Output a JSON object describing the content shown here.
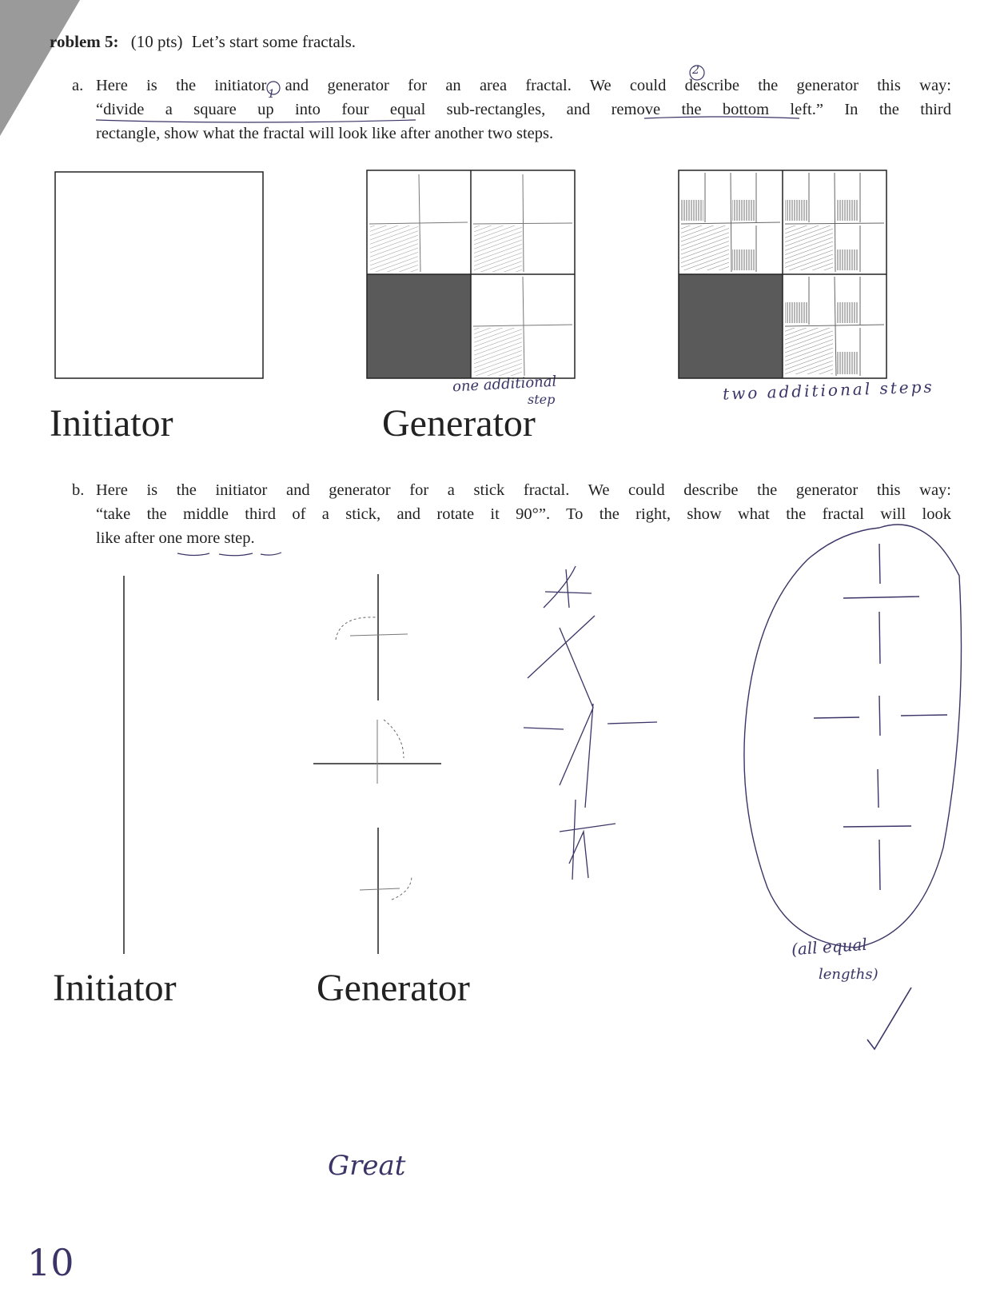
{
  "problem": {
    "number": "roblem 5:",
    "points": "(10 pts)",
    "intro": "Let’s start some fractals."
  },
  "part_a": {
    "label": "a.",
    "lines": [
      "Here is the initiator and generator for an area fractal. We could describe the generator this way:",
      "“divide a square up into four equal sub-rectangles, and remove the bottom left.”  In the third",
      "rectangle, show what the fractal will look like after another two steps."
    ],
    "initiator_label": "Initiator",
    "generator_label": "Generator"
  },
  "part_b": {
    "label": "b.",
    "lines": [
      "Here is the initiator and generator for a stick fractal. We could describe the generator this way:",
      "“take the middle third of a stick, and rotate it 90°”.  To the right, show what the fractal will look",
      "like after one more step."
    ],
    "initiator_label": "Initiator",
    "generator_label": "Generator"
  },
  "handwriting": {
    "one_additional": "one additional",
    "step": "step",
    "two_additional": "two additional steps",
    "num1": "1",
    "num2": "2",
    "all_equal": "(all equal",
    "lengths": "lengths)",
    "comment": "Great",
    "score": "10"
  },
  "colors": {
    "ink": "#222222",
    "pencil": "#3a3566",
    "shade": "#555555",
    "fold": "#9a9a9a"
  }
}
